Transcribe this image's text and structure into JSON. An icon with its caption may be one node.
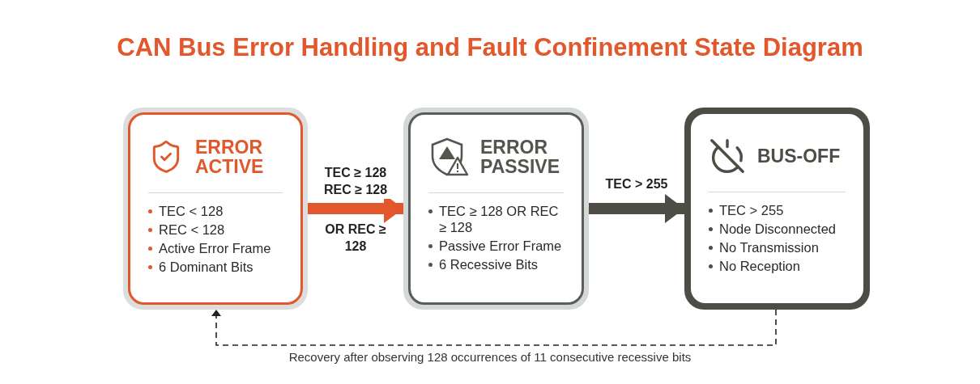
{
  "diagram": {
    "title": "CAN Bus Error Handling and Fault Confinement State Diagram",
    "nodes": [
      {
        "text": [
          "ERROR ACTIVE",
          "TEC < 128",
          "REC < 128",
          "Active Error Frame",
          "6 Dominant Bits"
        ]
      },
      {
        "text": [
          "ERROR PASSIVE",
          "TEC ≥ 128 OR REC ≥ 128",
          "Passive Error Frame",
          "6 Recessive Bits"
        ]
      },
      {
        "text": [
          "BUS-OFF",
          "TEC > 255",
          "Node Disconnected",
          "No Transmission",
          "No Reception"
        ]
      }
    ],
    "edges": [
      {
        "from": 0,
        "to": 1,
        "arrow": "to",
        "label": "TEC ≥ 128 REC ≥ 128",
        "color": "#e2572b"
      },
      {
        "from": 1,
        "to": 2,
        "arrow": "to",
        "label": "TEC > 255",
        "color": "#4d4d46"
      },
      {
        "from": 2,
        "to": 0,
        "arrow": "to",
        "label": "Recovery after observing 128 occurrences of 11 consecutive recessive bits",
        "style": "dashed",
        "color": "#222222"
      }
    ],
    "labels": [
      "OR REC ≥ 128"
    ]
  }
}
